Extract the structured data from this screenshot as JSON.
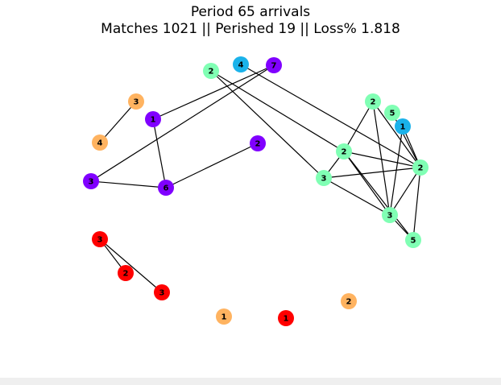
{
  "title": {
    "line1": "Period 65 arrivals",
    "line2": "Matches 1021 || Perished 19 || Loss% 1.818"
  },
  "colors": {
    "purple": "#8000ff",
    "orange": "#ffb360",
    "cyan": "#1ab2ea",
    "mint": "#80ffb4",
    "red": "#ff0000",
    "edge": "#000000"
  },
  "graph": {
    "nodes": [
      {
        "id": "p_top",
        "label": "7",
        "color": "purple"
      },
      {
        "id": "p_hub",
        "label": "1",
        "color": "purple"
      },
      {
        "id": "p_mid",
        "label": "2",
        "color": "purple"
      },
      {
        "id": "p_left",
        "label": "3",
        "color": "purple"
      },
      {
        "id": "p_low",
        "label": "6",
        "color": "purple"
      },
      {
        "id": "o_a",
        "label": "3",
        "color": "orange"
      },
      {
        "id": "o_b",
        "label": "4",
        "color": "orange"
      },
      {
        "id": "o_c",
        "label": "1",
        "color": "orange"
      },
      {
        "id": "o_d",
        "label": "2",
        "color": "orange"
      },
      {
        "id": "c_top",
        "label": "4",
        "color": "cyan"
      },
      {
        "id": "c_right",
        "label": "1",
        "color": "cyan"
      },
      {
        "id": "m_top",
        "label": "2",
        "color": "mint"
      },
      {
        "id": "m_ur",
        "label": "2",
        "color": "mint"
      },
      {
        "id": "m_5a",
        "label": "5",
        "color": "mint"
      },
      {
        "id": "m_c",
        "label": "2",
        "color": "mint"
      },
      {
        "id": "m_r",
        "label": "2",
        "color": "mint"
      },
      {
        "id": "m_3a",
        "label": "3",
        "color": "mint"
      },
      {
        "id": "m_3b",
        "label": "3",
        "color": "mint"
      },
      {
        "id": "m_5b",
        "label": "5",
        "color": "mint"
      },
      {
        "id": "r_a",
        "label": "3",
        "color": "red"
      },
      {
        "id": "r_b",
        "label": "2",
        "color": "red"
      },
      {
        "id": "r_c",
        "label": "3",
        "color": "red"
      },
      {
        "id": "r_d",
        "label": "1",
        "color": "red"
      }
    ],
    "edges": [
      [
        "p_top",
        "p_hub"
      ],
      [
        "p_top",
        "p_left"
      ],
      [
        "p_hub",
        "p_low"
      ],
      [
        "p_left",
        "p_low"
      ],
      [
        "p_mid",
        "p_low"
      ],
      [
        "o_a",
        "o_b"
      ],
      [
        "c_top",
        "m_r"
      ],
      [
        "m_top",
        "m_c"
      ],
      [
        "m_top",
        "m_3a"
      ],
      [
        "m_ur",
        "m_c"
      ],
      [
        "m_ur",
        "m_3b"
      ],
      [
        "m_ur",
        "m_r"
      ],
      [
        "m_5a",
        "m_r"
      ],
      [
        "c_right",
        "m_r"
      ],
      [
        "c_right",
        "m_3b"
      ],
      [
        "m_c",
        "m_r"
      ],
      [
        "m_c",
        "m_3a"
      ],
      [
        "m_c",
        "m_3b"
      ],
      [
        "m_c",
        "m_5b"
      ],
      [
        "m_3a",
        "m_r"
      ],
      [
        "m_3a",
        "m_3b"
      ],
      [
        "m_r",
        "m_3b"
      ],
      [
        "m_r",
        "m_5b"
      ],
      [
        "m_3b",
        "m_5b"
      ],
      [
        "r_a",
        "r_b"
      ],
      [
        "r_a",
        "r_c"
      ]
    ]
  }
}
